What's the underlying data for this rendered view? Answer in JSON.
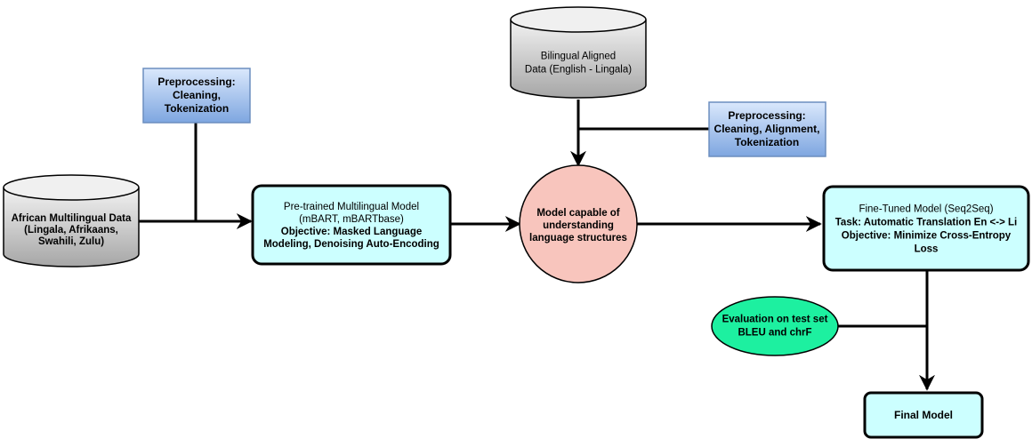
{
  "nodes": {
    "african_data": {
      "shape": "cylinder",
      "lines": [
        "African Multilingual Data",
        "(Lingala, Afrikaans,",
        "Swahili, Zulu)"
      ],
      "bold_lines": [
        0,
        1,
        2
      ],
      "fill": "#d9d9d9"
    },
    "preprocess_1": {
      "shape": "rect",
      "lines": [
        "Preprocessing:",
        "Cleaning,",
        "Tokenization"
      ],
      "bold_lines": [
        0,
        1,
        2
      ],
      "fill": "#9db9e6"
    },
    "pretrained": {
      "shape": "rounded-rect",
      "lines": [
        "Pre-trained Multilingual Model",
        "(mBART, mBARTbase)",
        "Objective: Masked Language",
        "Modeling, Denoising Auto-Encoding"
      ],
      "bold_lines": [
        2,
        3
      ],
      "fill": "#ccffff"
    },
    "bilingual_data": {
      "shape": "cylinder",
      "lines": [
        "Bilingual Aligned",
        "Data (English - Lingala)"
      ],
      "bold_lines": [],
      "fill": "#d9d9d9"
    },
    "preprocess_2": {
      "shape": "rect",
      "lines": [
        "Preprocessing:",
        "Cleaning, Alignment,",
        "Tokenization"
      ],
      "bold_lines": [
        0,
        1,
        2
      ],
      "fill": "#9db9e6"
    },
    "model_capable": {
      "shape": "circle",
      "lines": [
        "Model capable of",
        "understanding",
        "language structures"
      ],
      "bold_lines": [
        0,
        1,
        2
      ],
      "fill": "#f8c5bd"
    },
    "finetuned": {
      "shape": "rounded-rect",
      "lines": [
        "Fine-Tuned Model (Seq2Seq)",
        "Task: Automatic Translation En <-> Li",
        "Objective: Minimize Cross-Entropy",
        "Loss"
      ],
      "bold_lines": [
        1,
        2,
        3
      ],
      "fill": "#ccffff"
    },
    "evaluation": {
      "shape": "ellipse",
      "lines": [
        "Evaluation on test set",
        "BLEU and chrF"
      ],
      "bold_lines": [
        0,
        1
      ],
      "fill": "#1df0a0"
    },
    "final_model": {
      "shape": "rounded-rect",
      "lines": [
        "Final Model"
      ],
      "bold_lines": [
        0
      ],
      "fill": "#ccffff"
    }
  },
  "edges": [
    {
      "from": "african_data",
      "to": "pretrained"
    },
    {
      "from": "preprocess_1",
      "to": "pretrained"
    },
    {
      "from": "pretrained",
      "to": "model_capable"
    },
    {
      "from": "bilingual_data",
      "to": "model_capable"
    },
    {
      "from": "preprocess_2",
      "to": "model_capable"
    },
    {
      "from": "model_capable",
      "to": "finetuned"
    },
    {
      "from": "finetuned",
      "to": "final_model"
    },
    {
      "from": "evaluation",
      "to": "final_model"
    }
  ]
}
